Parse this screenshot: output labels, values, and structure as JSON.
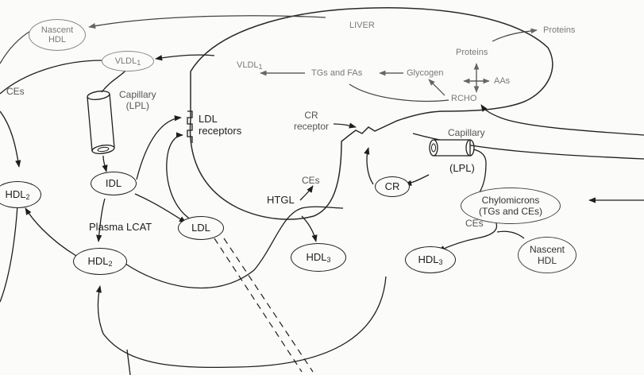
{
  "liver": {
    "title": "LIVER"
  },
  "nodes": {
    "nascent_hdl_top": {
      "line1": "Nascent",
      "line2": "HDL"
    },
    "vldl_outer": {
      "base": "VLDL",
      "sub": "1"
    },
    "vldl_inner": {
      "base": "VLDL",
      "sub": "1"
    },
    "hdl2_left": {
      "base": "HDL",
      "sub": "2"
    },
    "idl": {
      "text": "IDL"
    },
    "ldl": {
      "text": "LDL"
    },
    "hdl2_lower": {
      "base": "HDL",
      "sub": "2"
    },
    "hdl3_center": {
      "base": "HDL",
      "sub": "3"
    },
    "hdl3_right": {
      "base": "HDL",
      "sub": "3"
    },
    "cr": {
      "text": "CR"
    },
    "chylomicrons": {
      "line1": "Chylomicrons",
      "line2": "(TGs and CEs)"
    },
    "nascent_hdl_right": {
      "line1": "Nascent",
      "line2": "HDL"
    }
  },
  "labels": {
    "ces_left": "CEs",
    "capillary_lpl_left": {
      "line1": "Capillary",
      "line2": "(LPL)"
    },
    "ldl_receptors": {
      "line1": "LDL",
      "line2": "receptors"
    },
    "cr_receptor": {
      "line1": "CR",
      "line2": "receptor"
    },
    "ces_center": "CEs",
    "htgl": "HTGL",
    "plasma_lcat": "Plasma LCAT",
    "capillary_right": "Capillary",
    "lpl_right": "(LPL)",
    "ces_right": "CEs",
    "tgs_and_fas": "TGs and FAs",
    "glycogen": "Glycogen",
    "proteins_inner": "Proteins",
    "aas": "AAs",
    "rcho": "RCHO",
    "proteins_outer": "Proteins"
  }
}
